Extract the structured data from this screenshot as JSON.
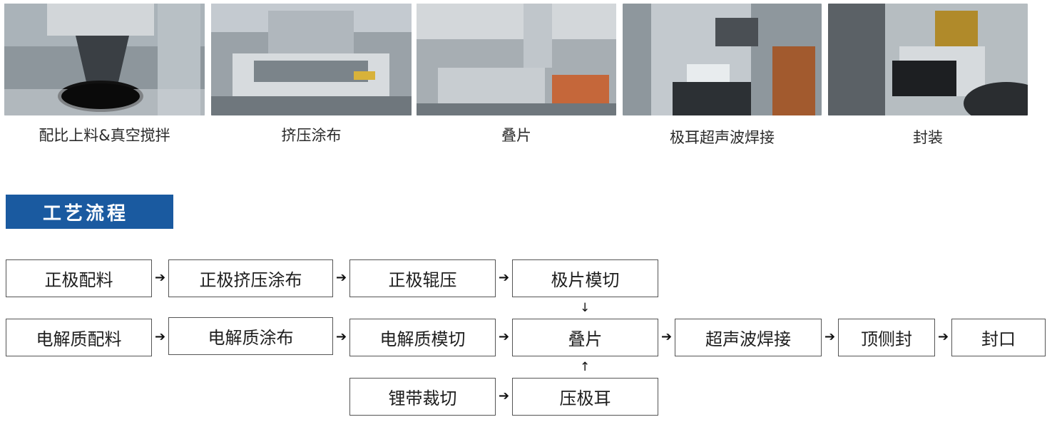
{
  "photos": [
    {
      "caption": "配比上料&真空搅拌",
      "scene": "mixer-vacuum-tank"
    },
    {
      "caption": "挤压涂布",
      "scene": "extrusion-coater"
    },
    {
      "caption": "叠片",
      "scene": "stacking-machine"
    },
    {
      "caption": "极耳超声波焊接",
      "scene": "ultrasonic-welder"
    },
    {
      "caption": "封装",
      "scene": "packaging-station"
    }
  ],
  "section_title": "工艺流程",
  "flow": {
    "row1": [
      "正极配料",
      "正极挤压涂布",
      "正极辊压",
      "极片模切"
    ],
    "row2": [
      "电解质配料",
      "电解质涂布",
      "电解质模切",
      "叠片",
      "超声波焊接",
      "顶侧封",
      "封口"
    ],
    "row3": [
      "锂带裁切",
      "压极耳"
    ]
  },
  "colors": {
    "section_bg": "#1a5aa0",
    "box_border": "#555555"
  }
}
